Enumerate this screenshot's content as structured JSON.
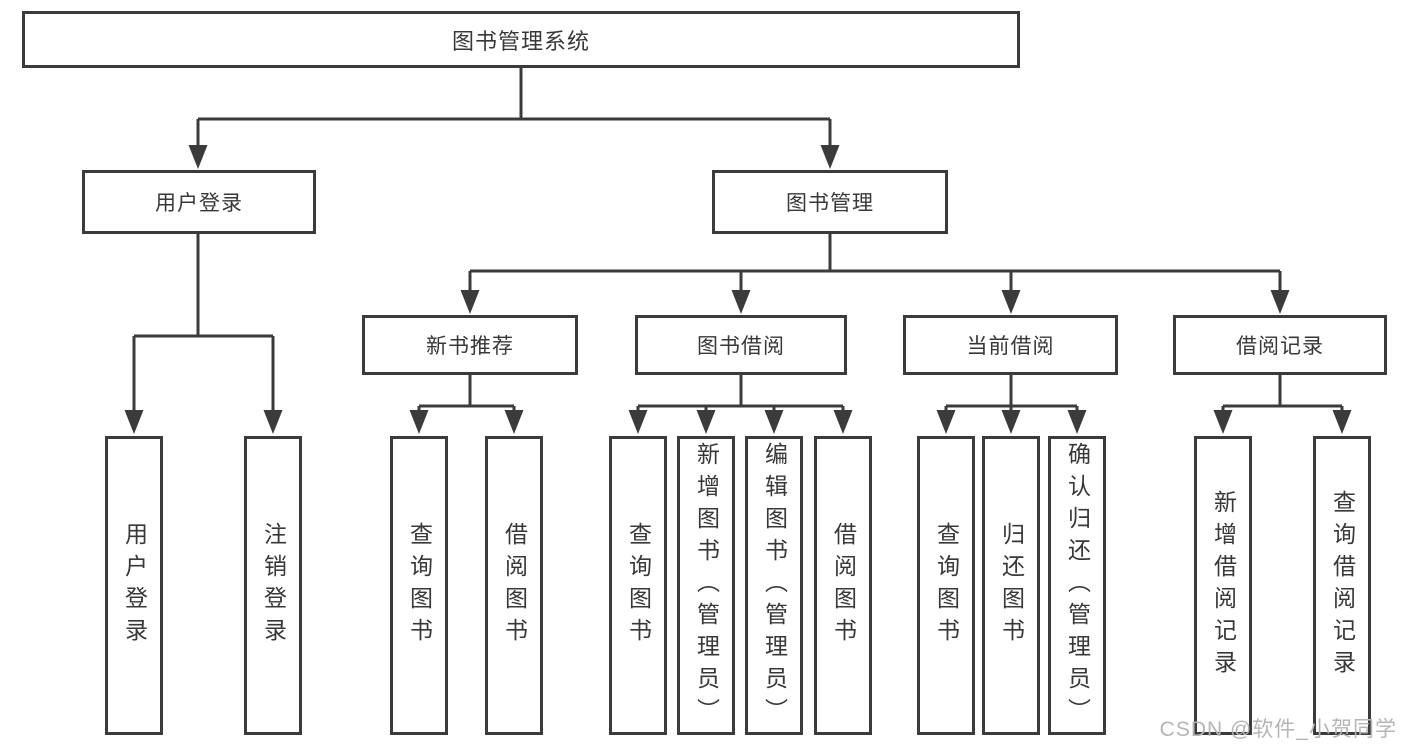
{
  "colors": {
    "line": "#3b3b3b",
    "box_border": "#3b3b3b",
    "box_background": "#ffffff",
    "text": "#383838",
    "watermark": "#b5b5b5",
    "page_background": "#ffffff"
  },
  "watermark": {
    "text": "CSDN @软件_小贺同学"
  },
  "diagram": {
    "root": {
      "label": "图书管理系统",
      "children": [
        {
          "label": "用户登录",
          "children": [
            {
              "label": "用户登录"
            },
            {
              "label": "注销登录"
            }
          ]
        },
        {
          "label": "图书管理",
          "children": [
            {
              "label": "新书推荐",
              "children": [
                {
                  "label": "查询图书"
                },
                {
                  "label": "借阅图书"
                }
              ]
            },
            {
              "label": "图书借阅",
              "children": [
                {
                  "label": "查询图书"
                },
                {
                  "label": "新增图书（管理员）"
                },
                {
                  "label": "编辑图书（管理员）"
                },
                {
                  "label": "借阅图书"
                }
              ]
            },
            {
              "label": "当前借阅",
              "children": [
                {
                  "label": "查询图书"
                },
                {
                  "label": "归还图书"
                },
                {
                  "label": "确认归还（管理员）"
                }
              ]
            },
            {
              "label": "借阅记录",
              "children": [
                {
                  "label": "新增借阅记录"
                },
                {
                  "label": "查询借阅记录"
                }
              ]
            }
          ]
        }
      ]
    }
  }
}
